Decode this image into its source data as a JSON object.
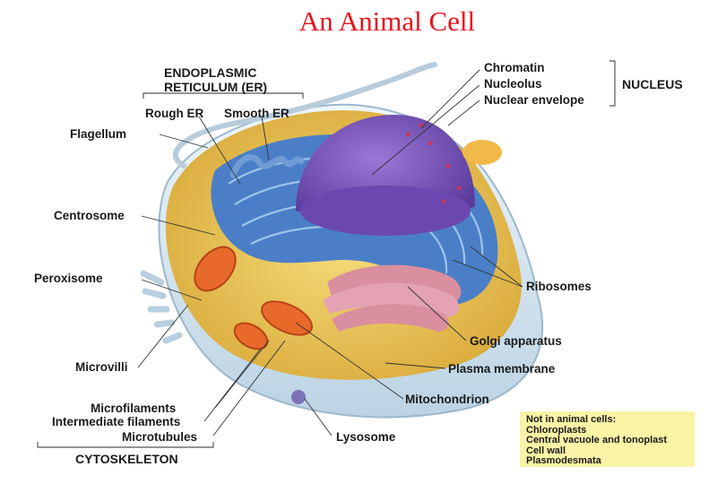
{
  "title": "An Animal Cell",
  "er": {
    "heading_line1": "ENDOPLASMIC",
    "heading_line2": "RETICULUM (ER)",
    "rough": "Rough ER",
    "smooth": "Smooth ER"
  },
  "nucleus": {
    "group_label": "NUCLEUS",
    "parts": [
      "Chromatin",
      "Nucleolus",
      "Nuclear envelope"
    ]
  },
  "left_labels": [
    "Flagellum",
    "Centrosome",
    "Peroxisome",
    "Microvilli"
  ],
  "cytoskeleton": {
    "group_label": "CYTOSKELETON",
    "parts": [
      "Microfilaments",
      "Intermediate filaments",
      "Microtubules"
    ]
  },
  "right_labels": [
    "Ribosomes",
    "Golgi apparatus",
    "Plasma membrane",
    "Mitochondrion",
    "Lysosome"
  ],
  "note": {
    "heading": "Not in animal cells:",
    "items": [
      "Chloroplasts",
      "Central vacuole and tonoplast",
      "Cell wall",
      "Plasmodesmata"
    ]
  },
  "colors": {
    "title": "#e8141c",
    "er": "#4a7fc7",
    "nucleus": "#7a55b8",
    "golgi": "#d98f9f",
    "mitochondria": "#e9692a",
    "cytoplasm": "#ecc94e",
    "note_bg": "#fbf3a6"
  }
}
